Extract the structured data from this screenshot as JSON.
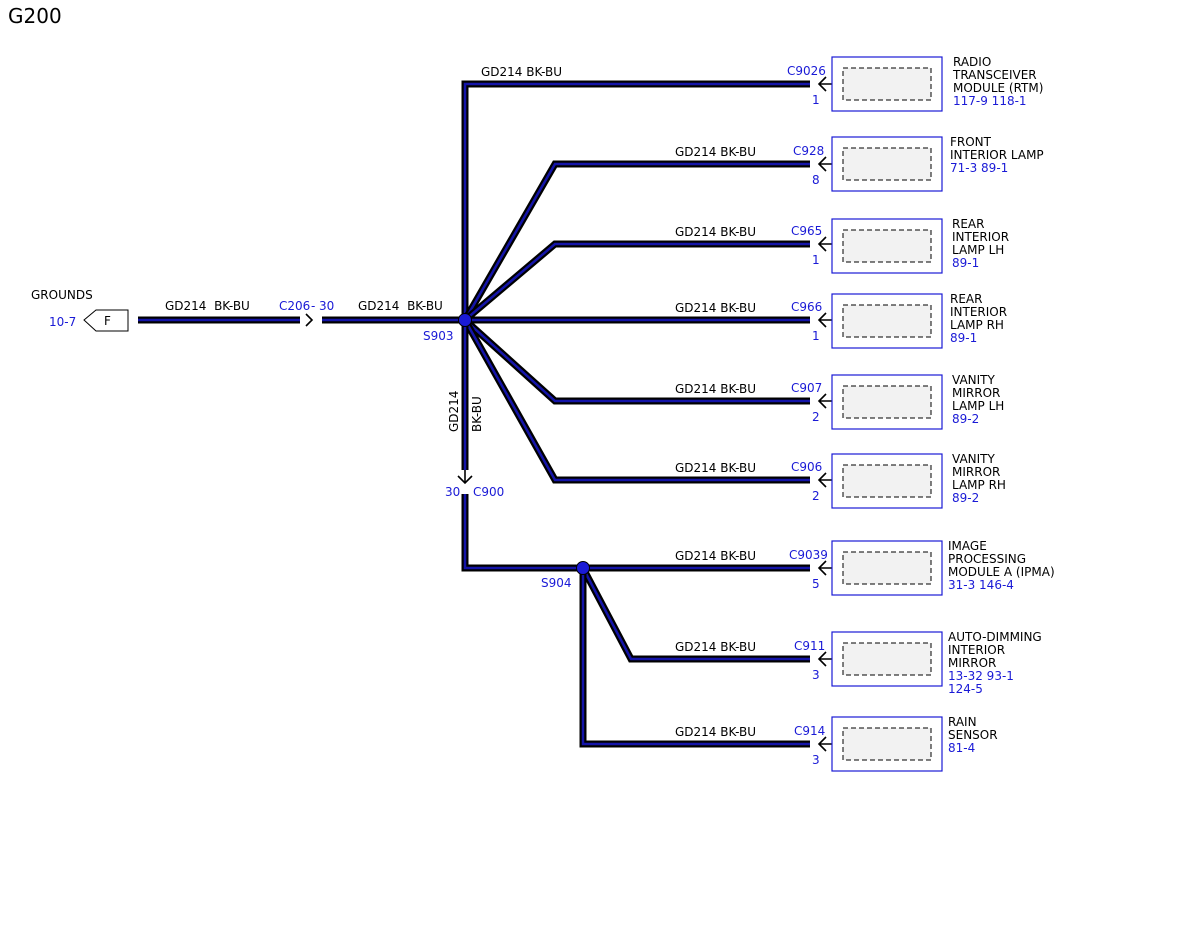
{
  "title": "G200",
  "colors": {
    "wire": "#1414a8",
    "wire_outline": "#000000",
    "ref_text": "#1a1ad6",
    "splice": "#1a1ad6"
  },
  "ground": {
    "label": "GROUNDS",
    "page_ref": "10-7",
    "terminal": "F"
  },
  "wire_labels": {
    "circuit": "GD214",
    "color": "BK-BU",
    "combined": "GD214  BK-BU"
  },
  "inline_connectors": {
    "c206": {
      "name": "C206",
      "dash": "-",
      "pin": "30"
    },
    "c900": {
      "name": "C900",
      "pin": "30"
    }
  },
  "splices": {
    "s903": "S903",
    "s904": "S904"
  },
  "components": [
    {
      "connector": "C9026",
      "pin": "1",
      "name": [
        "RADIO",
        "TRANSCEIVER",
        "MODULE (RTM)"
      ],
      "refs": "117-9 118-1"
    },
    {
      "connector": "C928",
      "pin": "8",
      "name": [
        "FRONT",
        "INTERIOR LAMP"
      ],
      "refs": "71-3   89-1"
    },
    {
      "connector": "C965",
      "pin": "1",
      "name": [
        "REAR",
        "INTERIOR",
        "LAMP LH"
      ],
      "refs": "89-1"
    },
    {
      "connector": "C966",
      "pin": "1",
      "name": [
        "REAR",
        "INTERIOR",
        "LAMP RH"
      ],
      "refs": "89-1"
    },
    {
      "connector": "C907",
      "pin": "2",
      "name": [
        "VANITY",
        "MIRROR",
        "LAMP LH"
      ],
      "refs": "89-2"
    },
    {
      "connector": "C906",
      "pin": "2",
      "name": [
        "VANITY",
        "MIRROR",
        "LAMP RH"
      ],
      "refs": "89-2"
    },
    {
      "connector": "C9039",
      "pin": "5",
      "name": [
        "IMAGE",
        "PROCESSING",
        "MODULE A (IPMA)"
      ],
      "refs": "31-3   146-4"
    },
    {
      "connector": "C911",
      "pin": "3",
      "name": [
        "AUTO-DIMMING",
        "INTERIOR",
        "MIRROR"
      ],
      "refs": "13-32 93-1",
      "refs2": "124-5"
    },
    {
      "connector": "C914",
      "pin": "3",
      "name": [
        "RAIN",
        "SENSOR"
      ],
      "refs": "81-4"
    }
  ]
}
